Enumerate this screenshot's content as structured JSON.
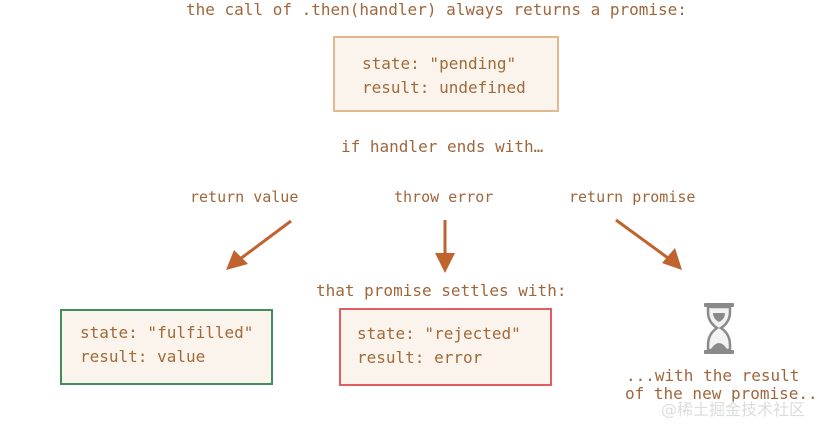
{
  "title": "the call of .then(handler) always returns a promise:",
  "pending_box": {
    "state": "state: \"pending\"",
    "result": "result: undefined"
  },
  "handler_ends": "if handler ends with…",
  "branches": {
    "return_value": "return value",
    "throw_error": "throw error",
    "return_promise": "return promise"
  },
  "settles": "that promise settles with:",
  "fulfilled_box": {
    "state": "state: \"fulfilled\"",
    "result": "result: value"
  },
  "rejected_box": {
    "state": "state: \"rejected\"",
    "result": "result: error"
  },
  "promise_result": {
    "line1": "...with the result",
    "line2": "of the new promise.."
  },
  "watermark": "@稀土掘金技术社区",
  "colors": {
    "arrow": "#c0632f",
    "pending_border": "#e2b98f",
    "fulfilled_border": "#3f8e5b",
    "rejected_border": "#e25d61",
    "box_fill": "#fbf4ec",
    "text": "#a0663b"
  },
  "icons": {
    "hourglass": "hourglass-icon"
  }
}
